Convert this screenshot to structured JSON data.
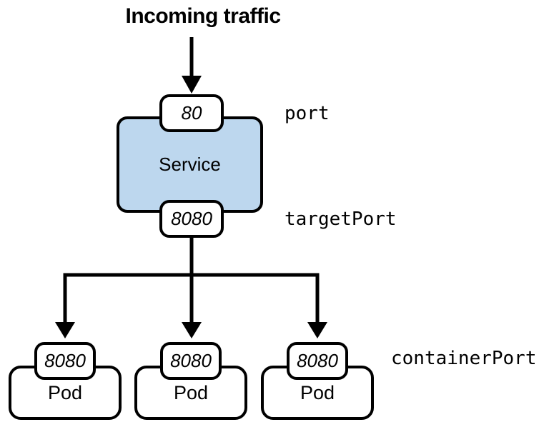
{
  "colors": {
    "service_fill": "#bdd7ee",
    "line": "#000000",
    "background": "#ffffff"
  },
  "diagram": {
    "title": "Incoming traffic",
    "service": {
      "label": "Service",
      "port_value": "80",
      "target_port_value": "8080"
    },
    "port_label": "port",
    "target_port_label": "targetPort",
    "container_port_label": "containerPort",
    "pods": [
      {
        "label": "Pod",
        "port_value": "8080"
      },
      {
        "label": "Pod",
        "port_value": "8080"
      },
      {
        "label": "Pod",
        "port_value": "8080"
      }
    ]
  }
}
